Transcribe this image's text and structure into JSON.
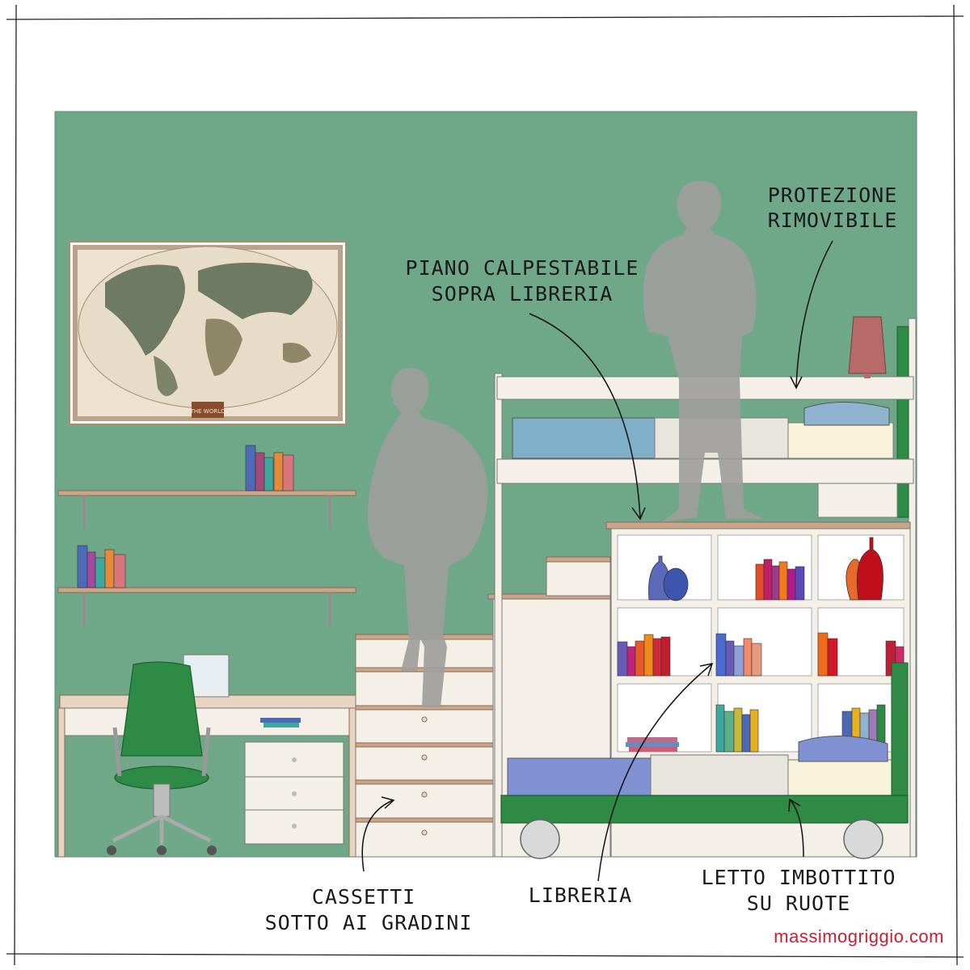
{
  "labels": {
    "protection": [
      "PROTEZIONE",
      "RIMOVIBILE"
    ],
    "walkable_top": [
      "PIANO CALPESTABILE",
      "SOPRA LIBRERIA"
    ],
    "drawers": [
      "CASSETTI",
      "SOTTO AI GRADINI"
    ],
    "bookcase": "LIBRERIA",
    "bed": [
      "LETTO IMBOTTITO",
      "SU RUOTE"
    ]
  },
  "watermark": "massimogriggio.com",
  "map": {
    "banner": "THE WORLD"
  },
  "colors": {
    "wall": "#6fa888",
    "wood": "#f4f0e8",
    "trim": "#c9a58a",
    "green": "#2e8b45",
    "silhouette": "#9e9e9b",
    "accent": "#c8202f"
  }
}
